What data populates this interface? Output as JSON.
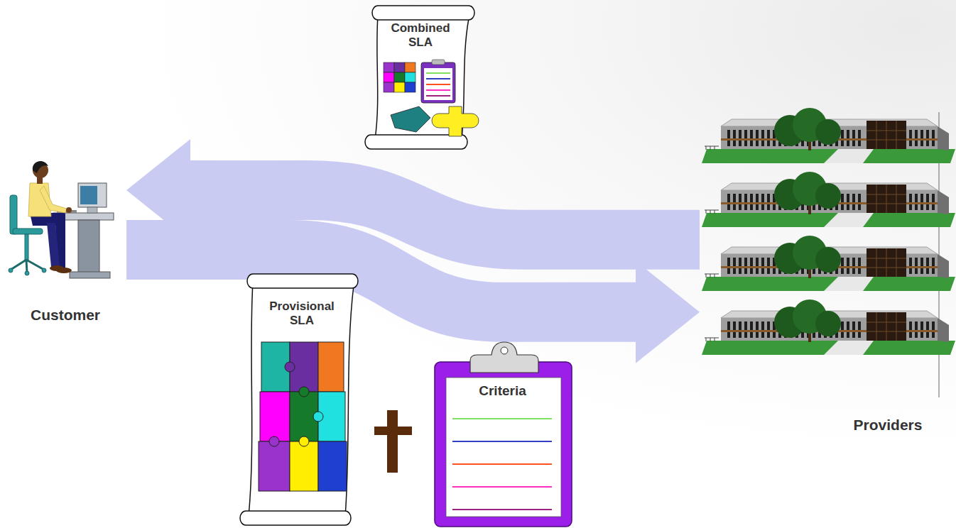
{
  "diagram": {
    "nodes": [
      {
        "text": [
          "Combined SLA"
        ]
      },
      {
        "text": [
          "Customer"
        ]
      },
      {
        "text": [
          "Provisional SLA"
        ]
      },
      {
        "text": [
          "Criteria"
        ]
      },
      {
        "text": [
          "Providers"
        ]
      }
    ],
    "edges": [
      {
        "from": 4,
        "to": 1,
        "arrow": "to"
      },
      {
        "from": 1,
        "to": 4,
        "arrow": "to"
      }
    ]
  }
}
